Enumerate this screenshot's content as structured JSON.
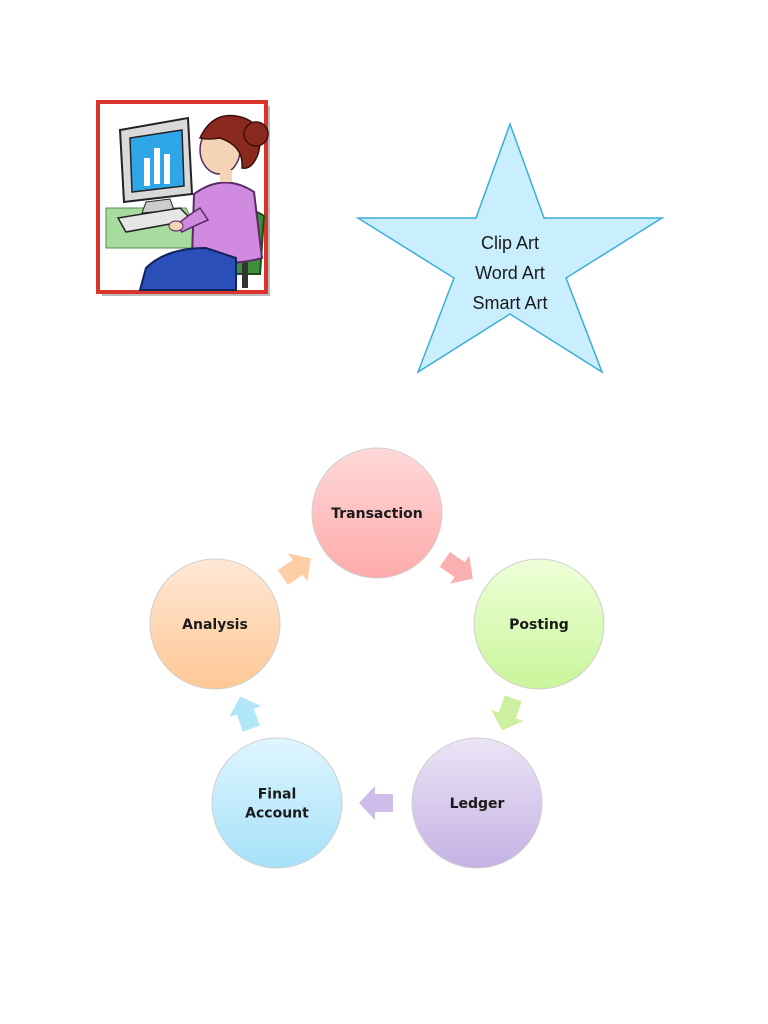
{
  "star": {
    "lines": [
      "Clip Art",
      "Word Art",
      "Smart Art"
    ],
    "fill": "#c9efff",
    "stroke": "#3aaed8"
  },
  "clipart": {
    "description_icon": "woman-at-computer-icon",
    "frame_color": "#d9342b"
  },
  "cycle": {
    "nodes": [
      {
        "label": "Transaction",
        "color_top": "#ffd9d9",
        "color_bottom": "#ffaaaa"
      },
      {
        "label": "Posting",
        "color_top": "#eeffd9",
        "color_bottom": "#c9f59a"
      },
      {
        "label": "Ledger",
        "color_top": "#ece4f6",
        "color_bottom": "#c5b2e4"
      },
      {
        "label": "Final Account",
        "label_lines": [
          "Final",
          "Account"
        ],
        "color_top": "#dff6ff",
        "color_bottom": "#a5e1f8"
      },
      {
        "label": "Analysis",
        "color_top": "#ffe8d6",
        "color_bottom": "#ffc795"
      }
    ],
    "arrow_colors": [
      "#f7a7a7",
      "#c6ee95",
      "#c9b6e8",
      "#a9e3f8",
      "#ffc99a"
    ]
  }
}
